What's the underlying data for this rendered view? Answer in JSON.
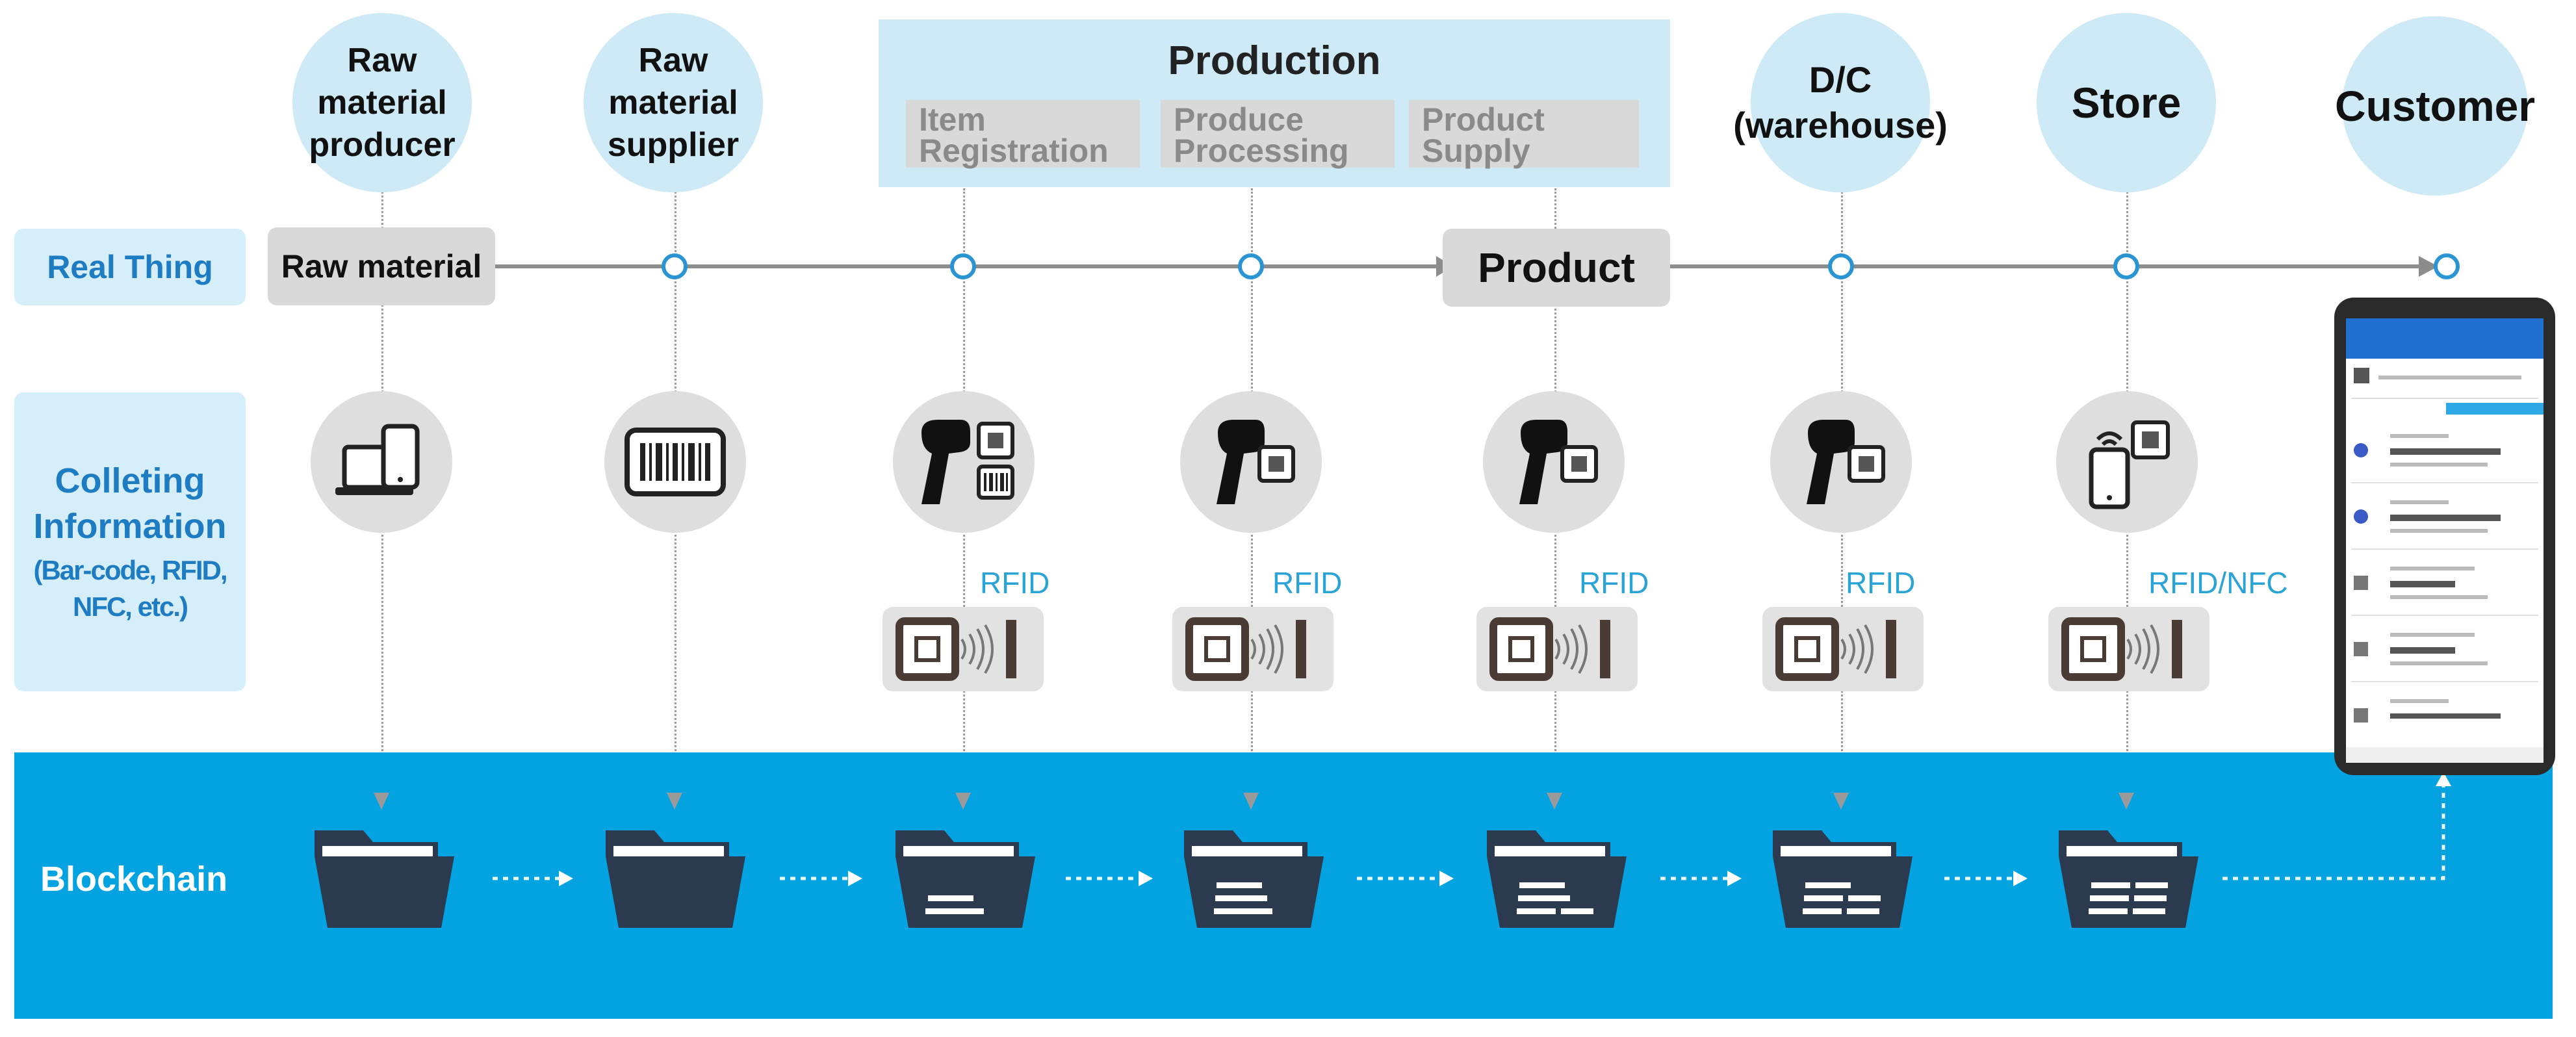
{
  "stages": [
    {
      "name": "Raw material\nproducer"
    },
    {
      "name": "Raw material\nsupplier"
    },
    {
      "name": "D/C\n(warehouse)"
    },
    {
      "name": "Store"
    },
    {
      "name": "Customer"
    }
  ],
  "production": {
    "title": "Production",
    "steps": [
      "Item\nRegistration",
      "Produce\nProcessing",
      "Product\nSupply"
    ]
  },
  "rows": {
    "real_thing": "Real Thing",
    "collecting": "Colleting\nInformation",
    "collecting_sub": "(Bar-code, RFID,\nNFC, etc.)",
    "blockchain": "Blockchain"
  },
  "timeline": {
    "raw_material": "Raw material",
    "product": "Product"
  },
  "rfid_labels": [
    "RFID",
    "RFID",
    "RFID",
    "RFID",
    "RFID/NFC"
  ],
  "devices": [
    "laptop-phone-icon",
    "barcode-icon",
    "scanner-with-barcode-icon",
    "scanner-icon",
    "scanner-icon",
    "scanner-icon",
    "phone-nfc-icon"
  ],
  "colors": {
    "circle_fill": "#cdeaf6",
    "label_text": "#1e7cc2",
    "blockchain_band": "#02a3e0",
    "folder": "#2b3a4f",
    "rfid_text": "#2aa3d6",
    "node_grey": "#d9d9d9"
  }
}
